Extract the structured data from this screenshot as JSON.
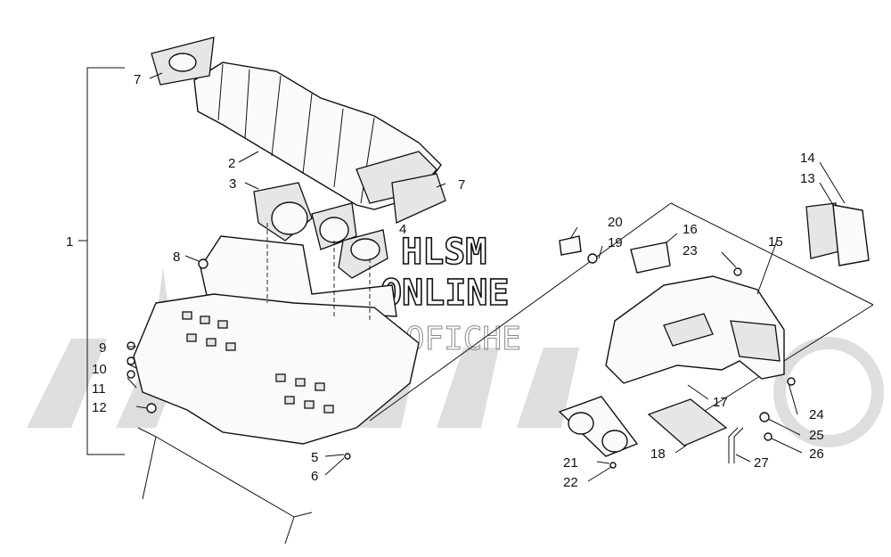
{
  "watermark": {
    "line1": "HLSM",
    "line2": "ONLINE",
    "line3": "MICROFICHE"
  },
  "callouts": {
    "p1": "1",
    "p2": "2",
    "p3": "3",
    "p4": "4",
    "p5": "5",
    "p6": "6",
    "p7a": "7",
    "p7b": "7",
    "p8": "8",
    "p9": "9",
    "p10": "10",
    "p11": "11",
    "p12": "12",
    "p13": "13",
    "p14": "14",
    "p15": "15",
    "p16": "16",
    "p17": "17",
    "p18": "18",
    "p19": "19",
    "p20": "20",
    "p21": "21",
    "p22": "22",
    "p23": "23",
    "p24": "24",
    "p25": "25",
    "p26": "26",
    "p27": "27"
  },
  "colors": {
    "line": "#111111",
    "background_logo": "#dedede",
    "paper": "#ffffff"
  }
}
